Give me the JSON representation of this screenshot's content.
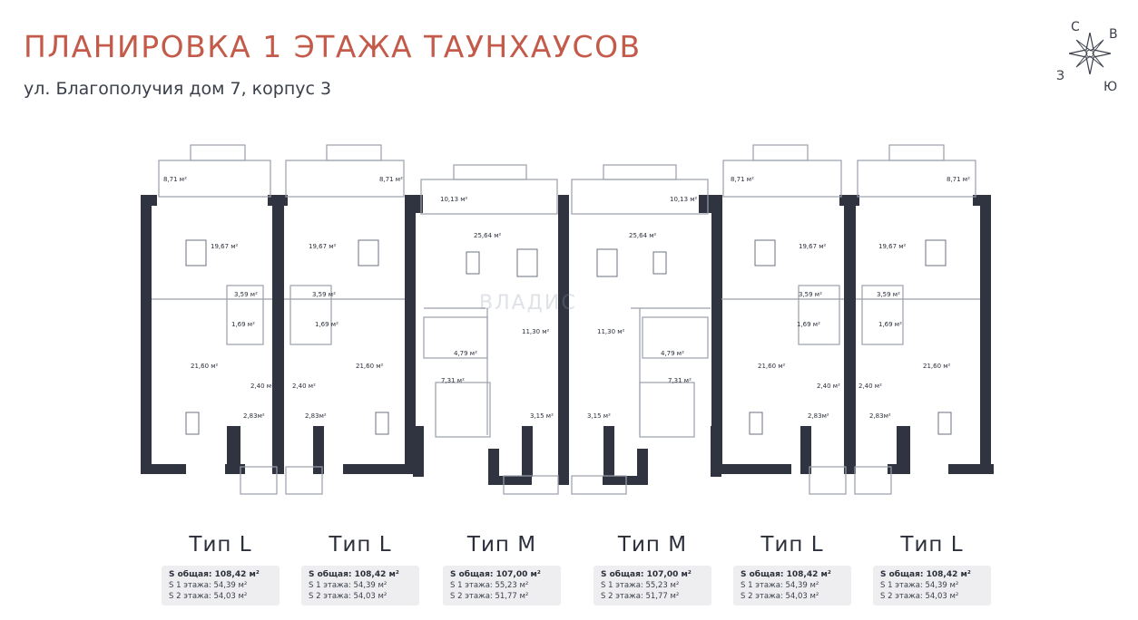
{
  "header": {
    "title": "ПЛАНИРОВКА 1 ЭТАЖА ТАУНХАУСОВ",
    "subtitle": "ул. Благополучия дом 7, корпус 3"
  },
  "compass": {
    "north": "С",
    "east": "В",
    "west": "З",
    "south": "Ю"
  },
  "watermark": "ВЛАДИС",
  "colors": {
    "title": "#c45a4a",
    "walls": "#2f3440",
    "card_bg": "#eeeef1"
  },
  "areas": {
    "terrace_l": "8,71 м²",
    "terrace_m": "10,13 м²",
    "living_l": "19,67 м²",
    "living_m": "25,64 м²",
    "hall_l": "3,59 м²",
    "stair_l": "1,69 м²",
    "kitchen_l": "21,60 м²",
    "bath_l": "2,40 м²",
    "entry_l": "2,83м²",
    "room_m": "11,30 м²",
    "bath_m": "4,79 м²",
    "hall_m": "7,31 м²",
    "entry_m": "3,15 м²"
  },
  "types": [
    {
      "name": "Тип L",
      "total": "S общая: 108,42 м²",
      "floor1": "S 1 этажа: 54,39 м²",
      "floor2": "S 2 этажа: 54,03 м²"
    },
    {
      "name": "Тип L",
      "total": "S общая: 108,42 м²",
      "floor1": "S 1 этажа: 54,39 м²",
      "floor2": "S 2 этажа: 54,03 м²"
    },
    {
      "name": "Тип M",
      "total": "S общая: 107,00 м²",
      "floor1": "S 1 этажа: 55,23 м²",
      "floor2": "S 2 этажа: 51,77 м²"
    },
    {
      "name": "Тип M",
      "total": "S общая: 107,00 м²",
      "floor1": "S 1 этажа: 55,23 м²",
      "floor2": "S 2 этажа: 51,77 м²"
    },
    {
      "name": "Тип L",
      "total": "S общая: 108,42 м²",
      "floor1": "S 1 этажа: 54,39 м²",
      "floor2": "S 2 этажа: 54,03 м²"
    },
    {
      "name": "Тип L",
      "total": "S общая: 108,42 м²",
      "floor1": "S 1 этажа: 54,39 м²",
      "floor2": "S 2 этажа: 54,03 м²"
    }
  ]
}
